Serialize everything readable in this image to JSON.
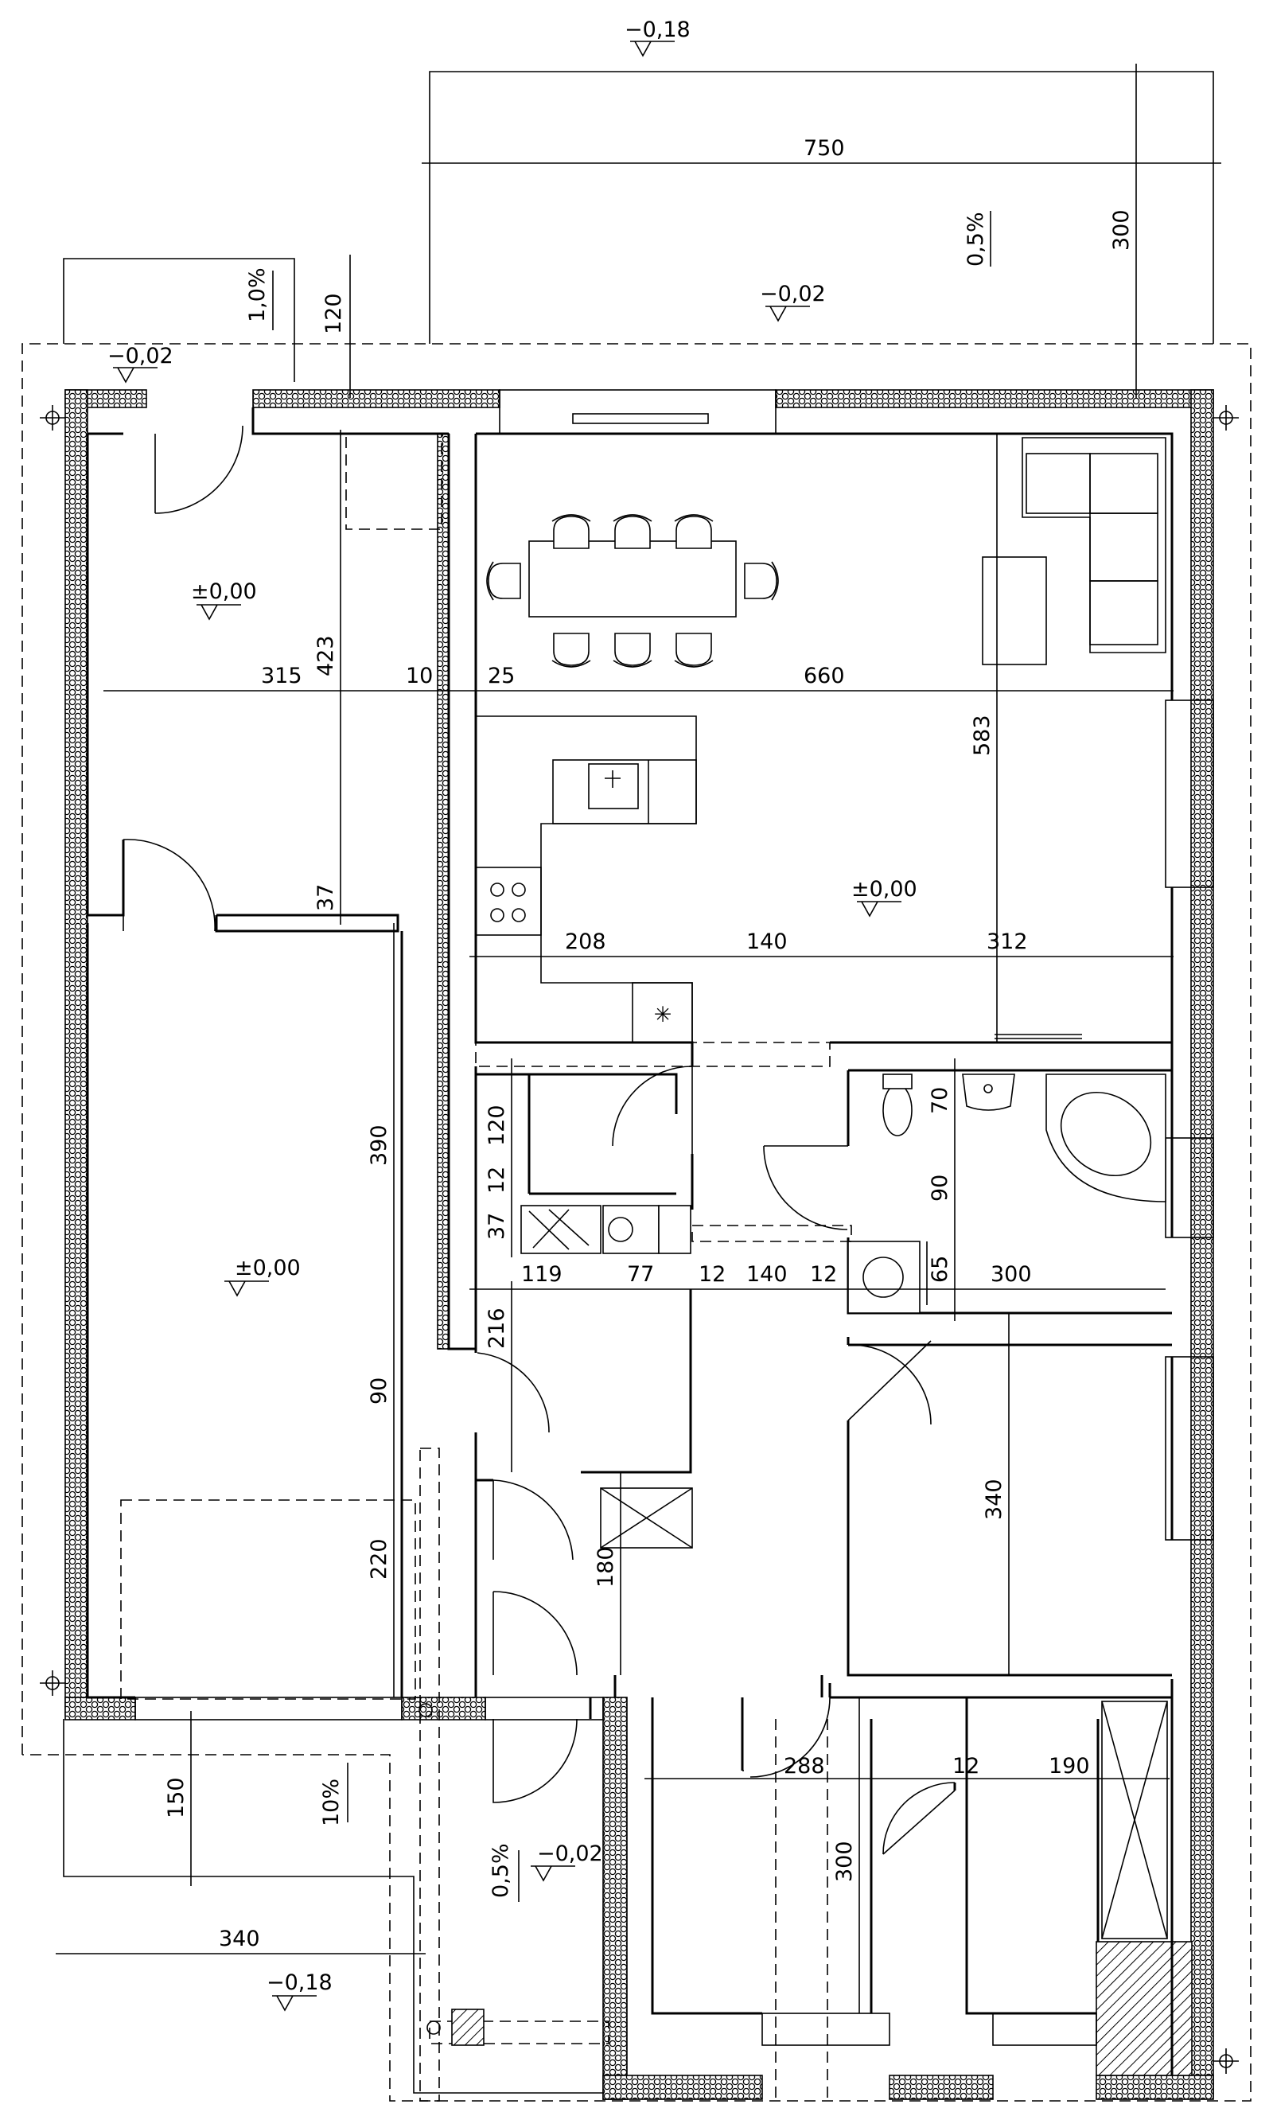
{
  "levels": {
    "top_outside": "−0,18",
    "terrace": "−0,02",
    "garage_entry": "−0,02",
    "garage": "±0,00",
    "living": "±0,00",
    "workshop": "±0,00",
    "entrance": "−0,02",
    "bottom_left": "−0,18"
  },
  "slopes": {
    "top_left": "1,0%",
    "terrace": "0,5%",
    "bottom_left": "10%",
    "entrance": "0,5%"
  },
  "dimensions": {
    "terrace_width": "750",
    "terrace_depth": "300",
    "top_wall": "120",
    "garage_width": "315",
    "partition": "10",
    "wall25": "25",
    "living_width": "660",
    "garage_depth": "423",
    "living_depth": "583",
    "d37a": "37",
    "kitchen_a": "208",
    "kitchen_b": "140",
    "kitchen_c": "312",
    "storage_h": "120",
    "d12a": "12",
    "d37b": "37",
    "d70": "70",
    "d90a": "90",
    "d119": "119",
    "d77": "77",
    "d12b": "12",
    "d140": "140",
    "d12c": "12",
    "d65": "65",
    "bath_w": "300",
    "workshop_h": "390",
    "d216": "216",
    "d90b": "90",
    "d220": "220",
    "room_h": "340",
    "d180": "180",
    "bed_w": "288",
    "d12d": "12",
    "bed2_w": "190",
    "bed_h": "300",
    "drive_h": "150",
    "drive_w": "340"
  }
}
